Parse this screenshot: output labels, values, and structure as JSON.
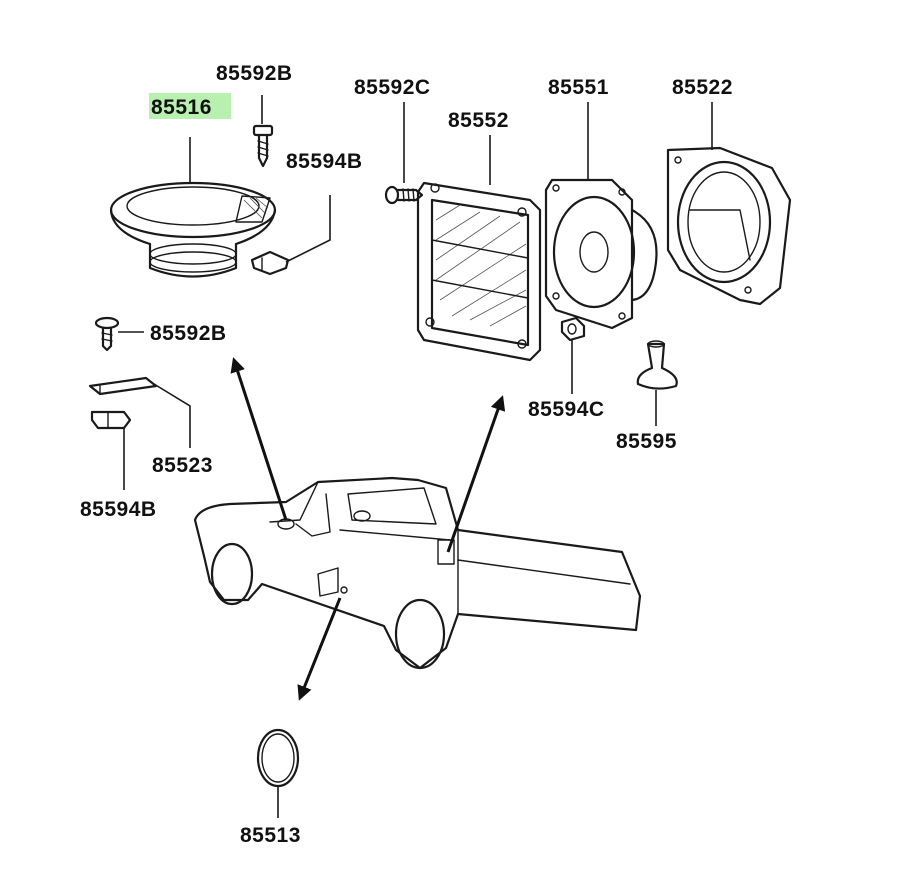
{
  "parts": [
    {
      "id": "p85516",
      "label": "85516",
      "highlighted": true
    },
    {
      "id": "p85592b_top",
      "label": "85592B"
    },
    {
      "id": "p85594b_top",
      "label": "85594B"
    },
    {
      "id": "p85592c",
      "label": "85592C"
    },
    {
      "id": "p85552",
      "label": "85552"
    },
    {
      "id": "p85551",
      "label": "85551"
    },
    {
      "id": "p85522",
      "label": "85522"
    },
    {
      "id": "p85592b_mid",
      "label": "85592B"
    },
    {
      "id": "p85523",
      "label": "85523"
    },
    {
      "id": "p85594b_low",
      "label": "85594B"
    },
    {
      "id": "p85594c",
      "label": "85594C"
    },
    {
      "id": "p85595",
      "label": "85595"
    },
    {
      "id": "p85513",
      "label": "85513"
    }
  ],
  "colors": {
    "highlight": "#b8f0b0",
    "line": "#1a1a1a",
    "background": "#ffffff"
  }
}
